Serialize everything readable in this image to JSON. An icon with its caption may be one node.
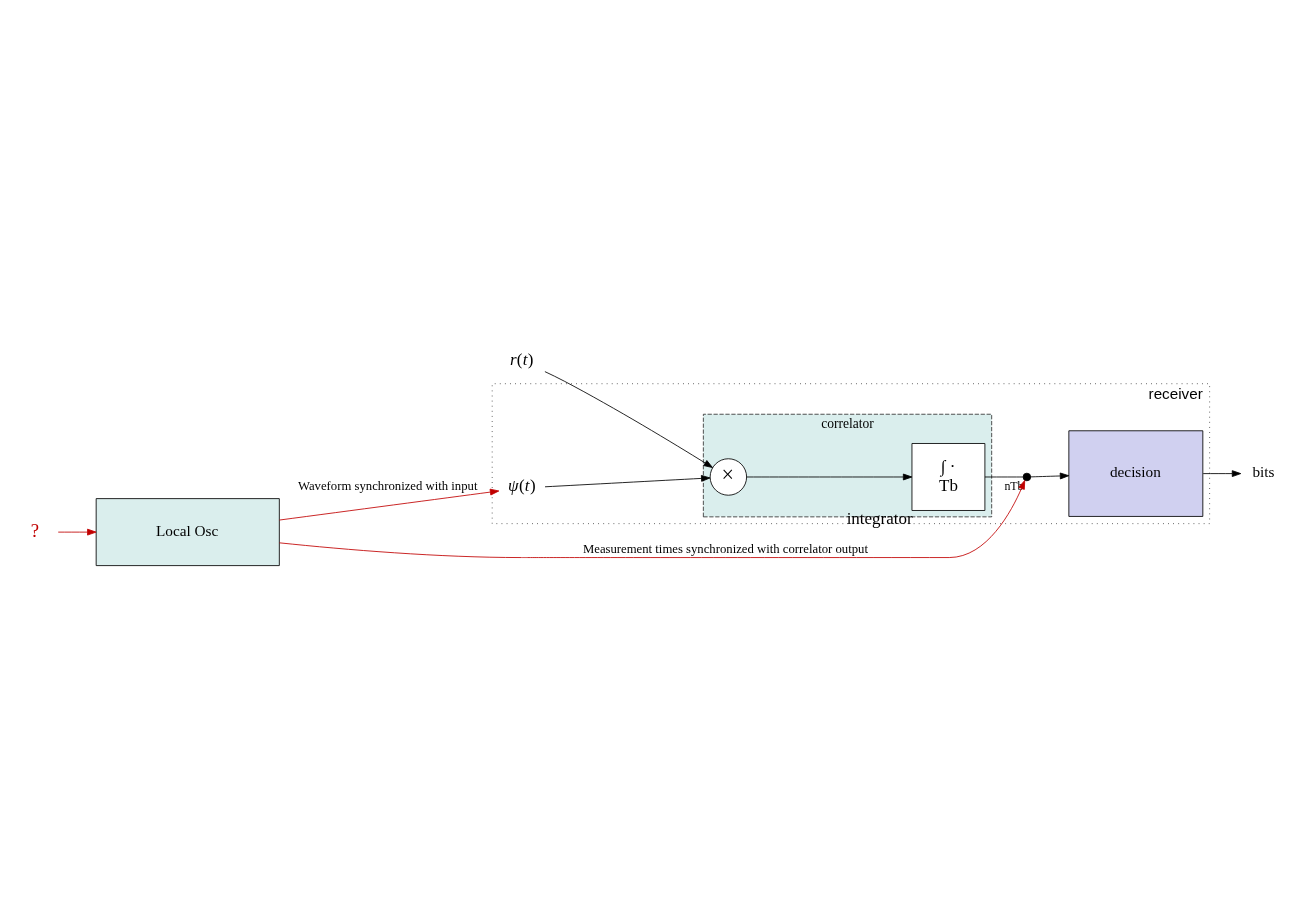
{
  "diagram": {
    "nodes": [
      {
        "text": [
          "receiver"
        ]
      },
      {
        "text": [
          "correlator"
        ],
        "in": 0
      },
      {
        "text": [
          "×"
        ],
        "in": 1
      },
      {
        "text": [
          "∫ ·",
          "Tb"
        ],
        "beside": [
          "integrator"
        ],
        "in": 1
      },
      {
        "text": [],
        "shape": "switch",
        "beside": [
          "nTb"
        ],
        "in": 0
      },
      {
        "text": [
          "decision"
        ],
        "in": 0
      },
      {
        "text": [
          "*r*(*t*)"
        ]
      },
      {
        "text": [
          "bits"
        ]
      },
      {
        "text": [
          "*ψ*(*t*)"
        ],
        "in": 0
      },
      {
        "text": [
          "Local Osc"
        ]
      },
      {
        "text": [
          "?"
        ]
      }
    ],
    "edges": [
      {
        "from": 6,
        "to": 2,
        "arrow": "to"
      },
      {
        "from": 8,
        "to": 2,
        "arrow": "to"
      },
      {
        "from": 2,
        "to": 3,
        "arrow": "to"
      },
      {
        "from": 3,
        "to": 4,
        "arrow": "none"
      },
      {
        "from": 4,
        "to": 5,
        "arrow": "to"
      },
      {
        "from": 5,
        "to": 7,
        "arrow": "to"
      },
      {
        "from": 9,
        "to": 8,
        "arrow": "to",
        "label": "Waveform synchronized with input",
        "color": "#c00000"
      },
      {
        "from": 9,
        "to": 4,
        "arrow": "to",
        "label": "Measurement times synchronized with correlator output",
        "color": "#c00000"
      },
      {
        "from": 10,
        "to": 9,
        "arrow": "to",
        "color": "#c00000"
      }
    ]
  }
}
